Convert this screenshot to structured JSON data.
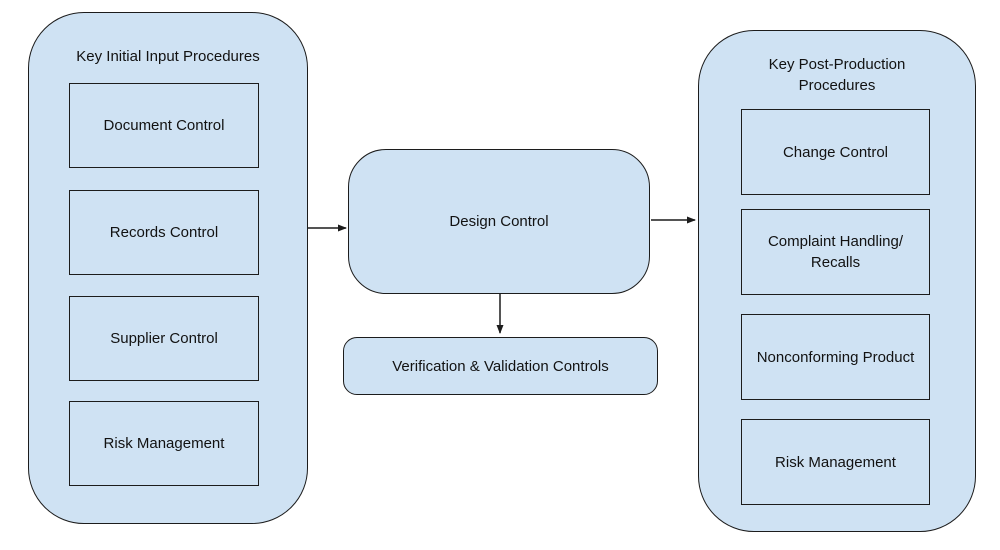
{
  "diagram": {
    "left_panel": {
      "title": "Key Initial Input Procedures",
      "items": [
        "Document Control",
        "Records Control",
        "Supplier Control",
        "Risk Management"
      ]
    },
    "center": {
      "design_control_label": "Design Control",
      "verification_label": "Verification & Validation Controls"
    },
    "right_panel": {
      "title": "Key Post-Production Procedures",
      "items": [
        "Change Control",
        "Complaint Handling/ Recalls",
        "Nonconforming Product",
        "Risk Management"
      ]
    },
    "colors": {
      "shape_fill": "#cfe2f3",
      "shape_border": "#1c1c1c",
      "text": "#121212",
      "background": "#ffffff"
    }
  }
}
